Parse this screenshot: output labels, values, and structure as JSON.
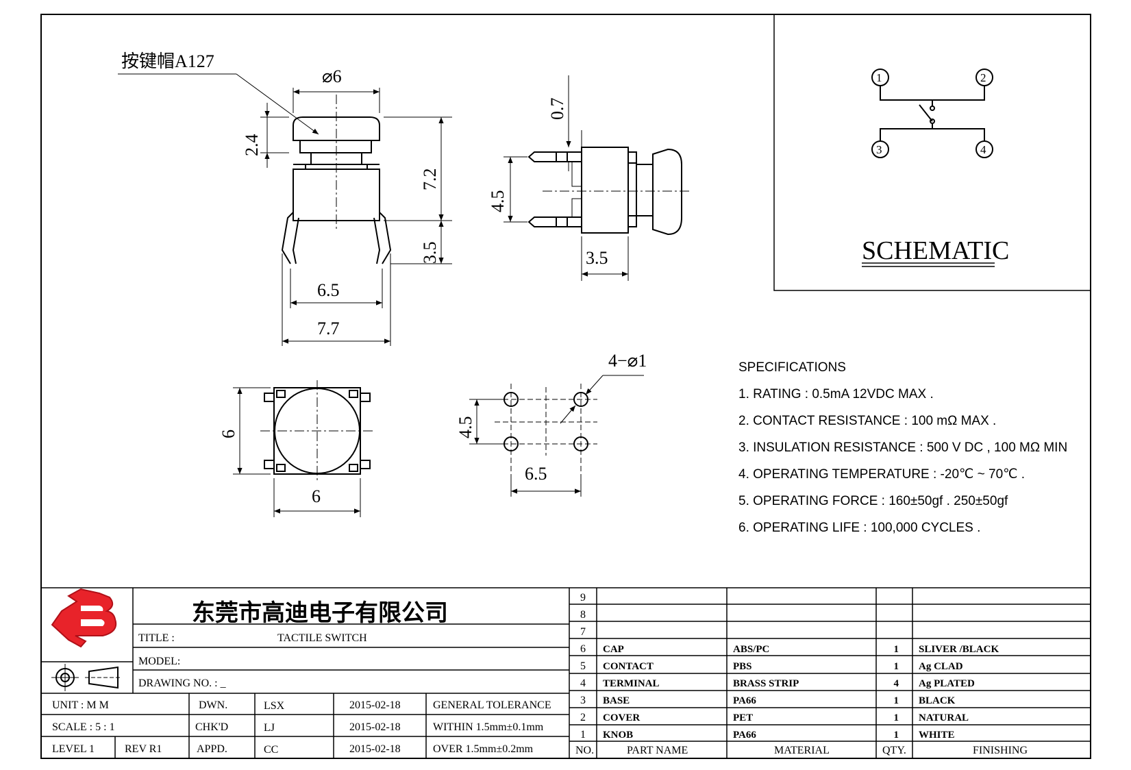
{
  "keycap_label": "按键帽A127",
  "dims": {
    "cap_dia": "⌀6",
    "cap_h": "2.4",
    "body_h": "7.2",
    "pin_len": "3.5",
    "pin_span_inner": "6.5",
    "pin_span_outer": "7.7",
    "side_top": "0.7",
    "side_pin_pitch": "4.5",
    "side_pin_len": "3.5",
    "top_h": "6",
    "top_w": "6",
    "holes": "4−⌀1",
    "hole_pitch_y": "4.5",
    "hole_pitch_x": "6.5"
  },
  "schematic": {
    "title": "SCHEMATIC",
    "pins": [
      "1",
      "2",
      "3",
      "4"
    ]
  },
  "specifications": {
    "heading": "SPECIFICATIONS",
    "items": [
      "1. RATING : 0.5mA 12VDC MAX .",
      "2. CONTACT RESISTANCE : 100 mΩ MAX .",
      "3. INSULATION RESISTANCE : 500 V DC , 100 MΩ MIN",
      "4. OPERATING TEMPERATURE : -20℃ ~ 70℃ .",
      "5. OPERATING FORCE : 160±50gf . 250±50gf",
      "6. OPERATING LIFE : 100,000 CYCLES ."
    ]
  },
  "title_block": {
    "company": "东莞市高迪电子有限公司",
    "title_label": "TITLE :",
    "title_value": "TACTILE SWITCH",
    "model_label": "MODEL:",
    "drawing_no_label": "DRAWING NO.  : _",
    "rows": [
      {
        "label": "UNIT    :    M M",
        "role": "DWN.",
        "name": "LSX",
        "date": "2015-02-18",
        "tol": "GENERAL  TOLERANCE"
      },
      {
        "label": "SCALE   :   5 : 1",
        "role": "CHK'D",
        "name": "LJ",
        "date": "2015-02-18",
        "tol": "WITHIN  1.5mm±0.1mm"
      },
      {
        "label_a": "LEVEL 1",
        "label_b": "REV   R1",
        "role": "APPD.",
        "name": "CC",
        "date": "2015-02-18",
        "tol": "OVER     1.5mm±0.2mm"
      }
    ]
  },
  "bom": {
    "header": {
      "no": "NO.",
      "part": "PART   NAME",
      "material": "MATERIAL",
      "qty": "QTY.",
      "finishing": "FINISHING"
    },
    "rows": [
      {
        "no": "9",
        "part": "",
        "material": "",
        "qty": "",
        "finishing": ""
      },
      {
        "no": "8",
        "part": "",
        "material": "",
        "qty": "",
        "finishing": ""
      },
      {
        "no": "7",
        "part": "",
        "material": "",
        "qty": "",
        "finishing": ""
      },
      {
        "no": "6",
        "part": "CAP",
        "material": "ABS/PC",
        "qty": "1",
        "finishing": "SLIVER /BLACK"
      },
      {
        "no": "5",
        "part": "CONTACT",
        "material": "PBS",
        "qty": "1",
        "finishing": "Ag CLAD"
      },
      {
        "no": "4",
        "part": "TERMINAL",
        "material": "BRASS STRIP",
        "qty": "4",
        "finishing": "Ag PLATED"
      },
      {
        "no": "3",
        "part": "BASE",
        "material": "PA66",
        "qty": "1",
        "finishing": "BLACK"
      },
      {
        "no": "2",
        "part": "COVER",
        "material": "PET",
        "qty": "1",
        "finishing": "NATURAL"
      },
      {
        "no": "1",
        "part": "KNOB",
        "material": "PA66",
        "qty": "1",
        "finishing": "WHITE"
      }
    ]
  },
  "colors": {
    "logo_red": "#e8232a",
    "line": "#000000"
  }
}
